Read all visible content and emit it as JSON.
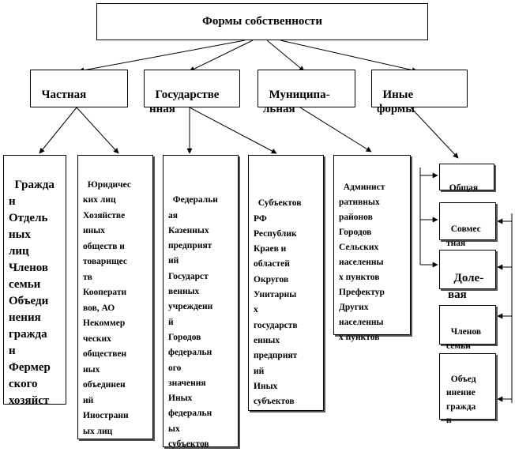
{
  "root": {
    "label": "Формы собственности"
  },
  "level1": [
    {
      "id": "private",
      "label": "Частная"
    },
    {
      "id": "state",
      "label": "Государстве\nнная"
    },
    {
      "id": "municipal",
      "label": "Муниципа-\nльная"
    },
    {
      "id": "other",
      "label": "Иные\nформы"
    }
  ],
  "leaves": {
    "citizens": {
      "label": "Гражда\nн\nОтдель\nных\nлиц\nЧленов\nсемьи\nОбъеди\nнения\nгражда\nн\nФермер\nского\nхозяйст"
    },
    "legal": {
      "label": "Юридичес\nких лиц\nХозяйстве\nнных\nобществ и\nтоварищес\nтв\nКооперати\nвов, АО\nНекоммер\nческих\nобществен\nных\nобъединен\nий\nИностранн\nых лиц"
    },
    "federal": {
      "label": "Федеральн\nая\nКазенных\nпредприят\nий\nГосударст\nвенных\nучреждени\nй\nГородов\nфедеральн\nого\nзначения\nИных\nфедеральн\nых\nсубъектов"
    },
    "subjects": {
      "label": "Субъектов\nРФ\nРеспублик\nКраев и\nобластей\nОкругов\nУнитарны\nх\nгосударств\nенных\nпредприят\nий\nИных\nсубъектов"
    },
    "municipal_admin": {
      "label": "Админист\nративных\nрайонов\nГородов\nСельских\nнаселенны\nх пунктов\nПрефектур\nДругих\nнаселенны\nх пунктов"
    },
    "common": {
      "label": "Общая"
    },
    "joint": {
      "label": "Совмес\nтная"
    },
    "shared": {
      "label": "Доле-\nвая"
    },
    "family": {
      "label": "Членов\nсемьи"
    },
    "association": {
      "label": "Объед\nинение\nгражда\nн"
    }
  }
}
